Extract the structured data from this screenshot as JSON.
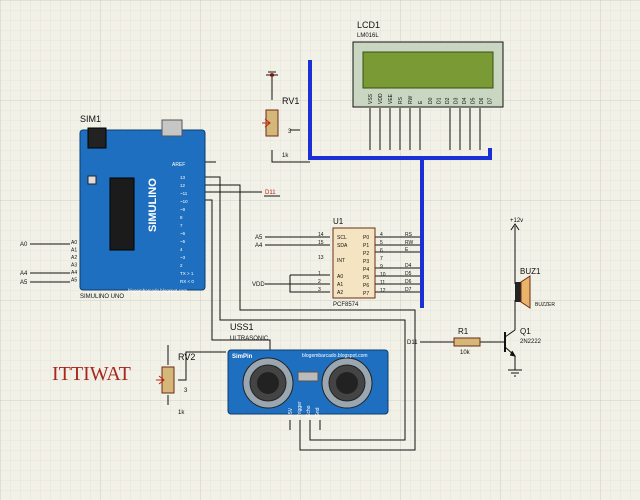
{
  "components": {
    "lcd": {
      "ref": "LCD1",
      "part": "LM016L",
      "pins": [
        "VSS",
        "VDD",
        "VEE",
        "RS",
        "RW",
        "E",
        "D0",
        "D1",
        "D2",
        "D3",
        "D4",
        "D5",
        "D6",
        "D7"
      ]
    },
    "pot1": {
      "ref": "RV1",
      "value": "1k",
      "pin": "3"
    },
    "arduino": {
      "ref": "SIM1",
      "part": "SIMULINO UNO",
      "brand": "SIMULINO",
      "site": "blogembarcado.blogspot.com",
      "aref": "AREF",
      "left_pins": [
        "A0",
        "A1",
        "A2",
        "A3",
        "A4",
        "A5"
      ],
      "right_pins": [
        "13",
        "12",
        "~11",
        "~10",
        "~9",
        "8",
        "7",
        "~6",
        "~5",
        "4",
        "~3",
        "2",
        "TX > 1",
        "RX < 0"
      ]
    },
    "ic": {
      "ref": "U1",
      "part": "PCF8574",
      "left_pins": [
        "SCL",
        "SDA",
        "INT",
        "A0",
        "A1",
        "A2"
      ],
      "left_nums": [
        "14",
        "15",
        "13",
        "1",
        "2",
        "3"
      ],
      "right_pins": [
        "P0",
        "P1",
        "P2",
        "P3",
        "P4",
        "P5",
        "P6",
        "P7"
      ],
      "right_nums": [
        "4",
        "5",
        "6",
        "7",
        "9",
        "10",
        "11",
        "12"
      ]
    },
    "sonar": {
      "ref": "USS1",
      "part": "ULTRASONIC",
      "brand": "SimPin",
      "site": "blogembarcado.blogspot.com",
      "pins": [
        "+5V",
        "Trigger",
        "Echo",
        "Gnd"
      ]
    },
    "pot2": {
      "ref": "RV2",
      "value": "1k",
      "pin": "3"
    },
    "resistor": {
      "ref": "R1",
      "value": "10k"
    },
    "transistor": {
      "ref": "Q1",
      "part": "2N2222"
    },
    "buzzer": {
      "ref": "BUZ1",
      "part": "BUZZER",
      "supply": "+12v"
    }
  },
  "nets": {
    "arduino_a0": "A0",
    "arduino_a4": "A4",
    "arduino_a5": "A5",
    "ic_a5": "A5",
    "ic_a4": "A4",
    "ic_vdd": "VDD",
    "d11_ard": "D11",
    "d11_q": "D11",
    "bus_labels": [
      "RS",
      "RW",
      "E",
      "D4",
      "D5",
      "D6",
      "D7"
    ]
  },
  "watermark": "ITTIWAT"
}
